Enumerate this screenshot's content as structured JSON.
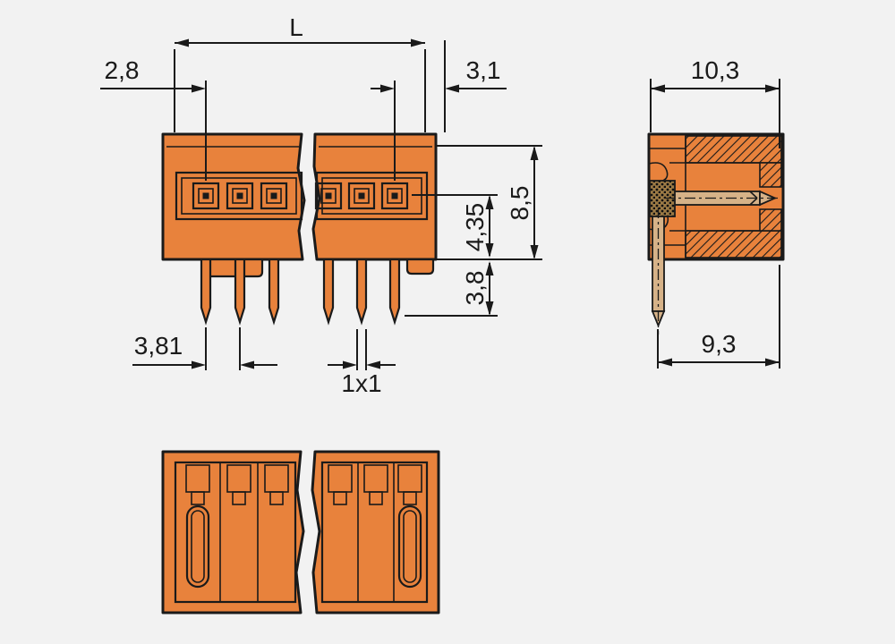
{
  "drawing": {
    "colors": {
      "body_orange": "#E8823C",
      "contact_tan": "#D6B288",
      "line": "#1A1A1A",
      "background": "#F2F2F2"
    },
    "dims": {
      "overall_length": "L",
      "left_pin_offset": "2,8",
      "right_pin_offset": "3,1",
      "body_height": "8,5",
      "axis_to_bottom": "4,35",
      "pin_protrusion": "3,8",
      "pitch": "3,81",
      "pin_cross_section": "1x1",
      "side_width": "10,3",
      "side_depth": "9,3"
    }
  }
}
